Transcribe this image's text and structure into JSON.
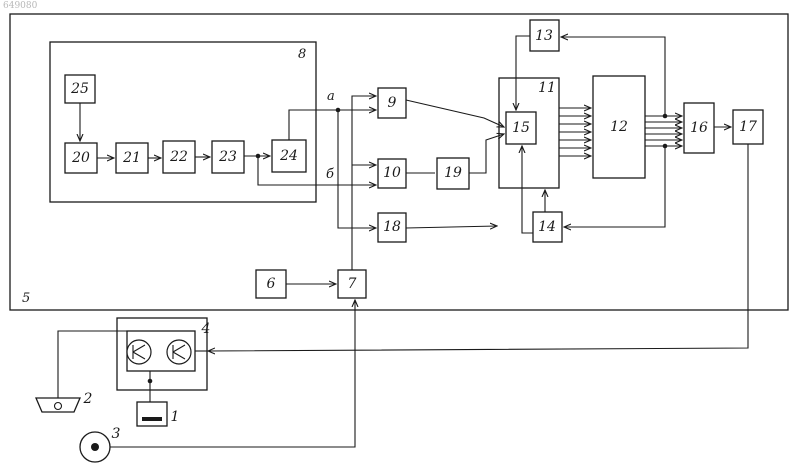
{
  "corner_mark": "649080",
  "frame_labels": {
    "outer": "5",
    "inner": "8"
  },
  "blocks": {
    "b1": "1",
    "b2": "2",
    "b3": "3",
    "b4": "4",
    "b6": "6",
    "b7": "7",
    "b9": "9",
    "b10": "10",
    "b11": "11",
    "b12": "12",
    "b13": "13",
    "b14": "14",
    "b15": "15",
    "b16": "16",
    "b17": "17",
    "b18": "18",
    "b19": "19",
    "b20": "20",
    "b21": "21",
    "b22": "22",
    "b23": "23",
    "b24": "24",
    "b25": "25"
  },
  "node_labels": {
    "a": "а",
    "b": "б"
  }
}
